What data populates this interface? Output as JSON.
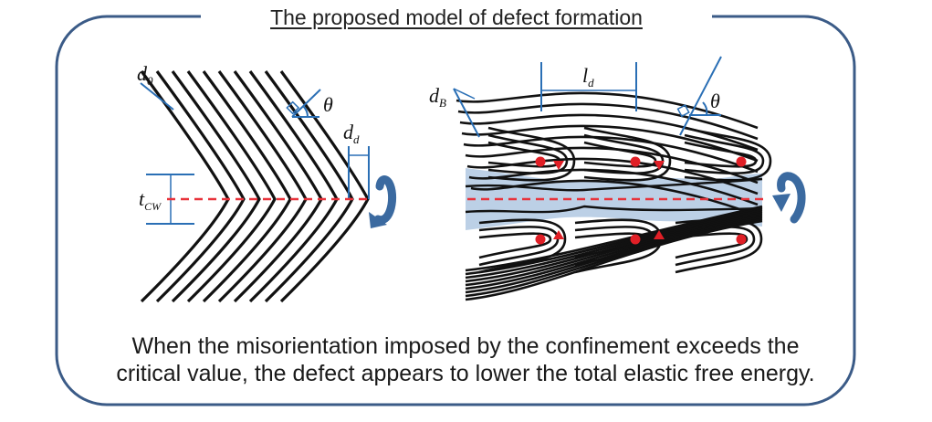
{
  "title": "The proposed model of defect formation",
  "caption": {
    "line1": "When the misorientation imposed by the confinement exceeds the",
    "line2": "critical value, the defect appears to lower the total elastic free energy."
  },
  "left_labels": {
    "d0_main": "d",
    "d0_sub": "0",
    "theta": "θ",
    "dd_main": "d",
    "dd_sub": "d",
    "tcw_main": "t",
    "tcw_sub": "CW"
  },
  "right_labels": {
    "dB_main": "d",
    "dB_sub": "B",
    "ld_main": "l",
    "ld_sub": "d",
    "theta": "θ"
  },
  "colors": {
    "frame": "#3b5b87",
    "lamella": "#111111",
    "dimension": "#2a6fb5",
    "axis": "#e8323a",
    "defect": "#e01f26",
    "shade": "#bcd0e6",
    "arrow": "#3b6aa0"
  }
}
